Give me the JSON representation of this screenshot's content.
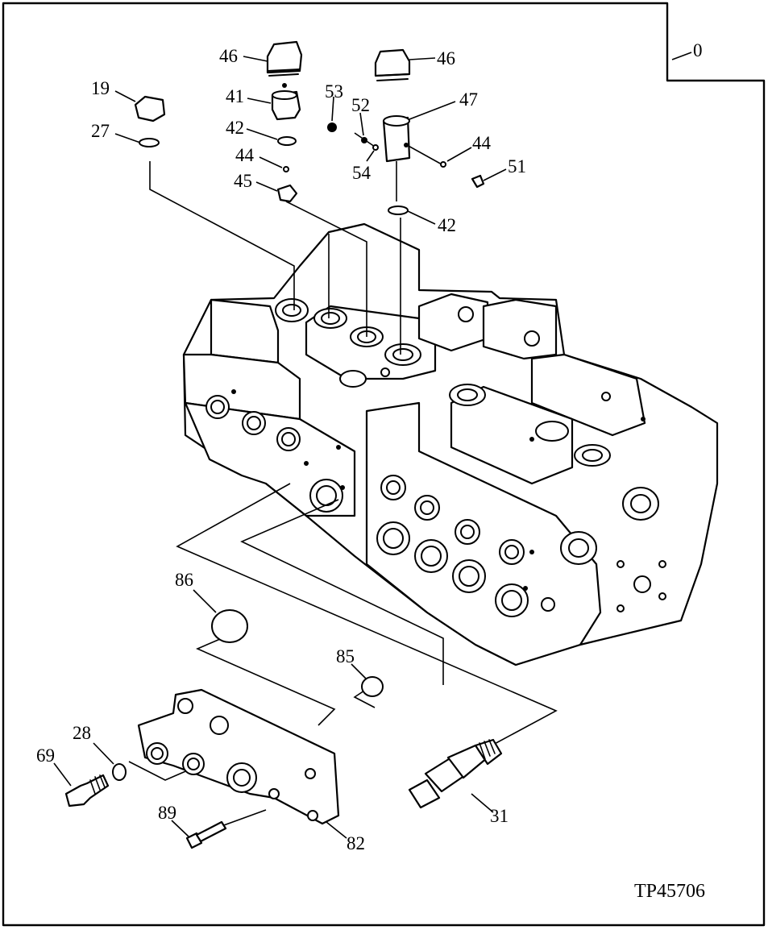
{
  "drawing": {
    "sheet_index": "0",
    "drawing_code": "TP45706"
  },
  "callouts": [
    {
      "id": "c46a",
      "label": "46"
    },
    {
      "id": "c46b",
      "label": "46"
    },
    {
      "id": "c41",
      "label": "41"
    },
    {
      "id": "c42a",
      "label": "42"
    },
    {
      "id": "c44a",
      "label": "44"
    },
    {
      "id": "c45",
      "label": "45"
    },
    {
      "id": "c19",
      "label": "19"
    },
    {
      "id": "c27",
      "label": "27"
    },
    {
      "id": "c53",
      "label": "53"
    },
    {
      "id": "c52",
      "label": "52"
    },
    {
      "id": "c47",
      "label": "47"
    },
    {
      "id": "c44b",
      "label": "44"
    },
    {
      "id": "c54",
      "label": "54"
    },
    {
      "id": "c51",
      "label": "51"
    },
    {
      "id": "c42b",
      "label": "42"
    },
    {
      "id": "c86",
      "label": "86"
    },
    {
      "id": "c85",
      "label": "85"
    },
    {
      "id": "c28",
      "label": "28"
    },
    {
      "id": "c69",
      "label": "69"
    },
    {
      "id": "c89",
      "label": "89"
    },
    {
      "id": "c82",
      "label": "82"
    },
    {
      "id": "c31",
      "label": "31"
    }
  ]
}
